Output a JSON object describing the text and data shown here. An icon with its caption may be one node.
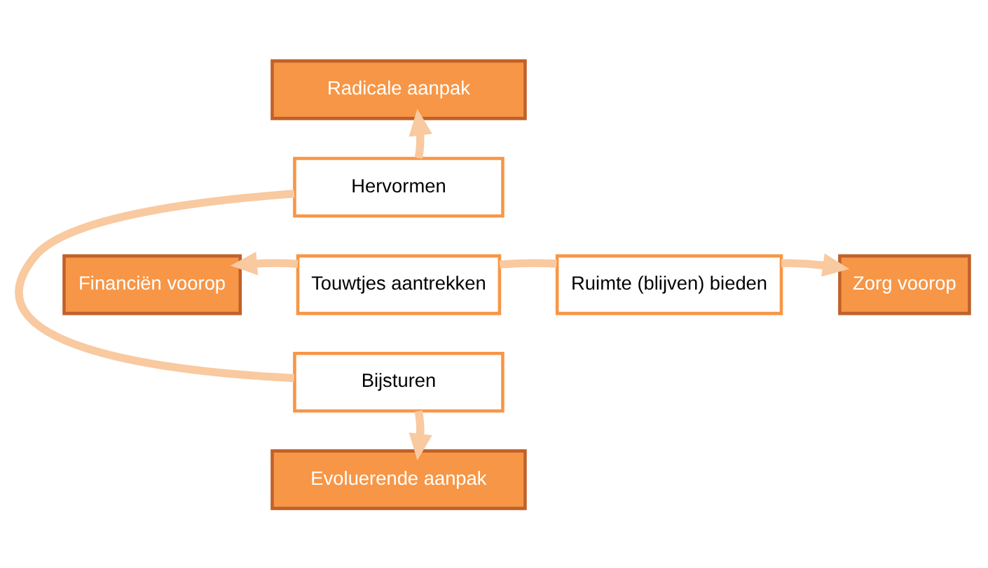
{
  "diagram": {
    "nodes": [
      {
        "text": [
          "Radicale aanpak"
        ]
      },
      {
        "text": [
          "Hervormen"
        ]
      },
      {
        "text": [
          "Financiën voorop"
        ]
      },
      {
        "text": [
          "Touwtjes aantrekken"
        ]
      },
      {
        "text": [
          "Ruimte (blijven) bieden"
        ]
      },
      {
        "text": [
          "Zorg voorop"
        ]
      },
      {
        "text": [
          "Bijsturen"
        ]
      },
      {
        "text": [
          "Evoluerende aanpak"
        ]
      }
    ],
    "edges": [
      {
        "from": 1,
        "to": 0,
        "arrow": "to"
      },
      {
        "from": 1,
        "to": 6,
        "arrow": "none"
      },
      {
        "from": 6,
        "to": 7,
        "arrow": "to"
      },
      {
        "from": 3,
        "to": 2,
        "arrow": "to"
      },
      {
        "from": 3,
        "to": 4,
        "arrow": "none"
      },
      {
        "from": 4,
        "to": 5,
        "arrow": "to"
      }
    ]
  }
}
